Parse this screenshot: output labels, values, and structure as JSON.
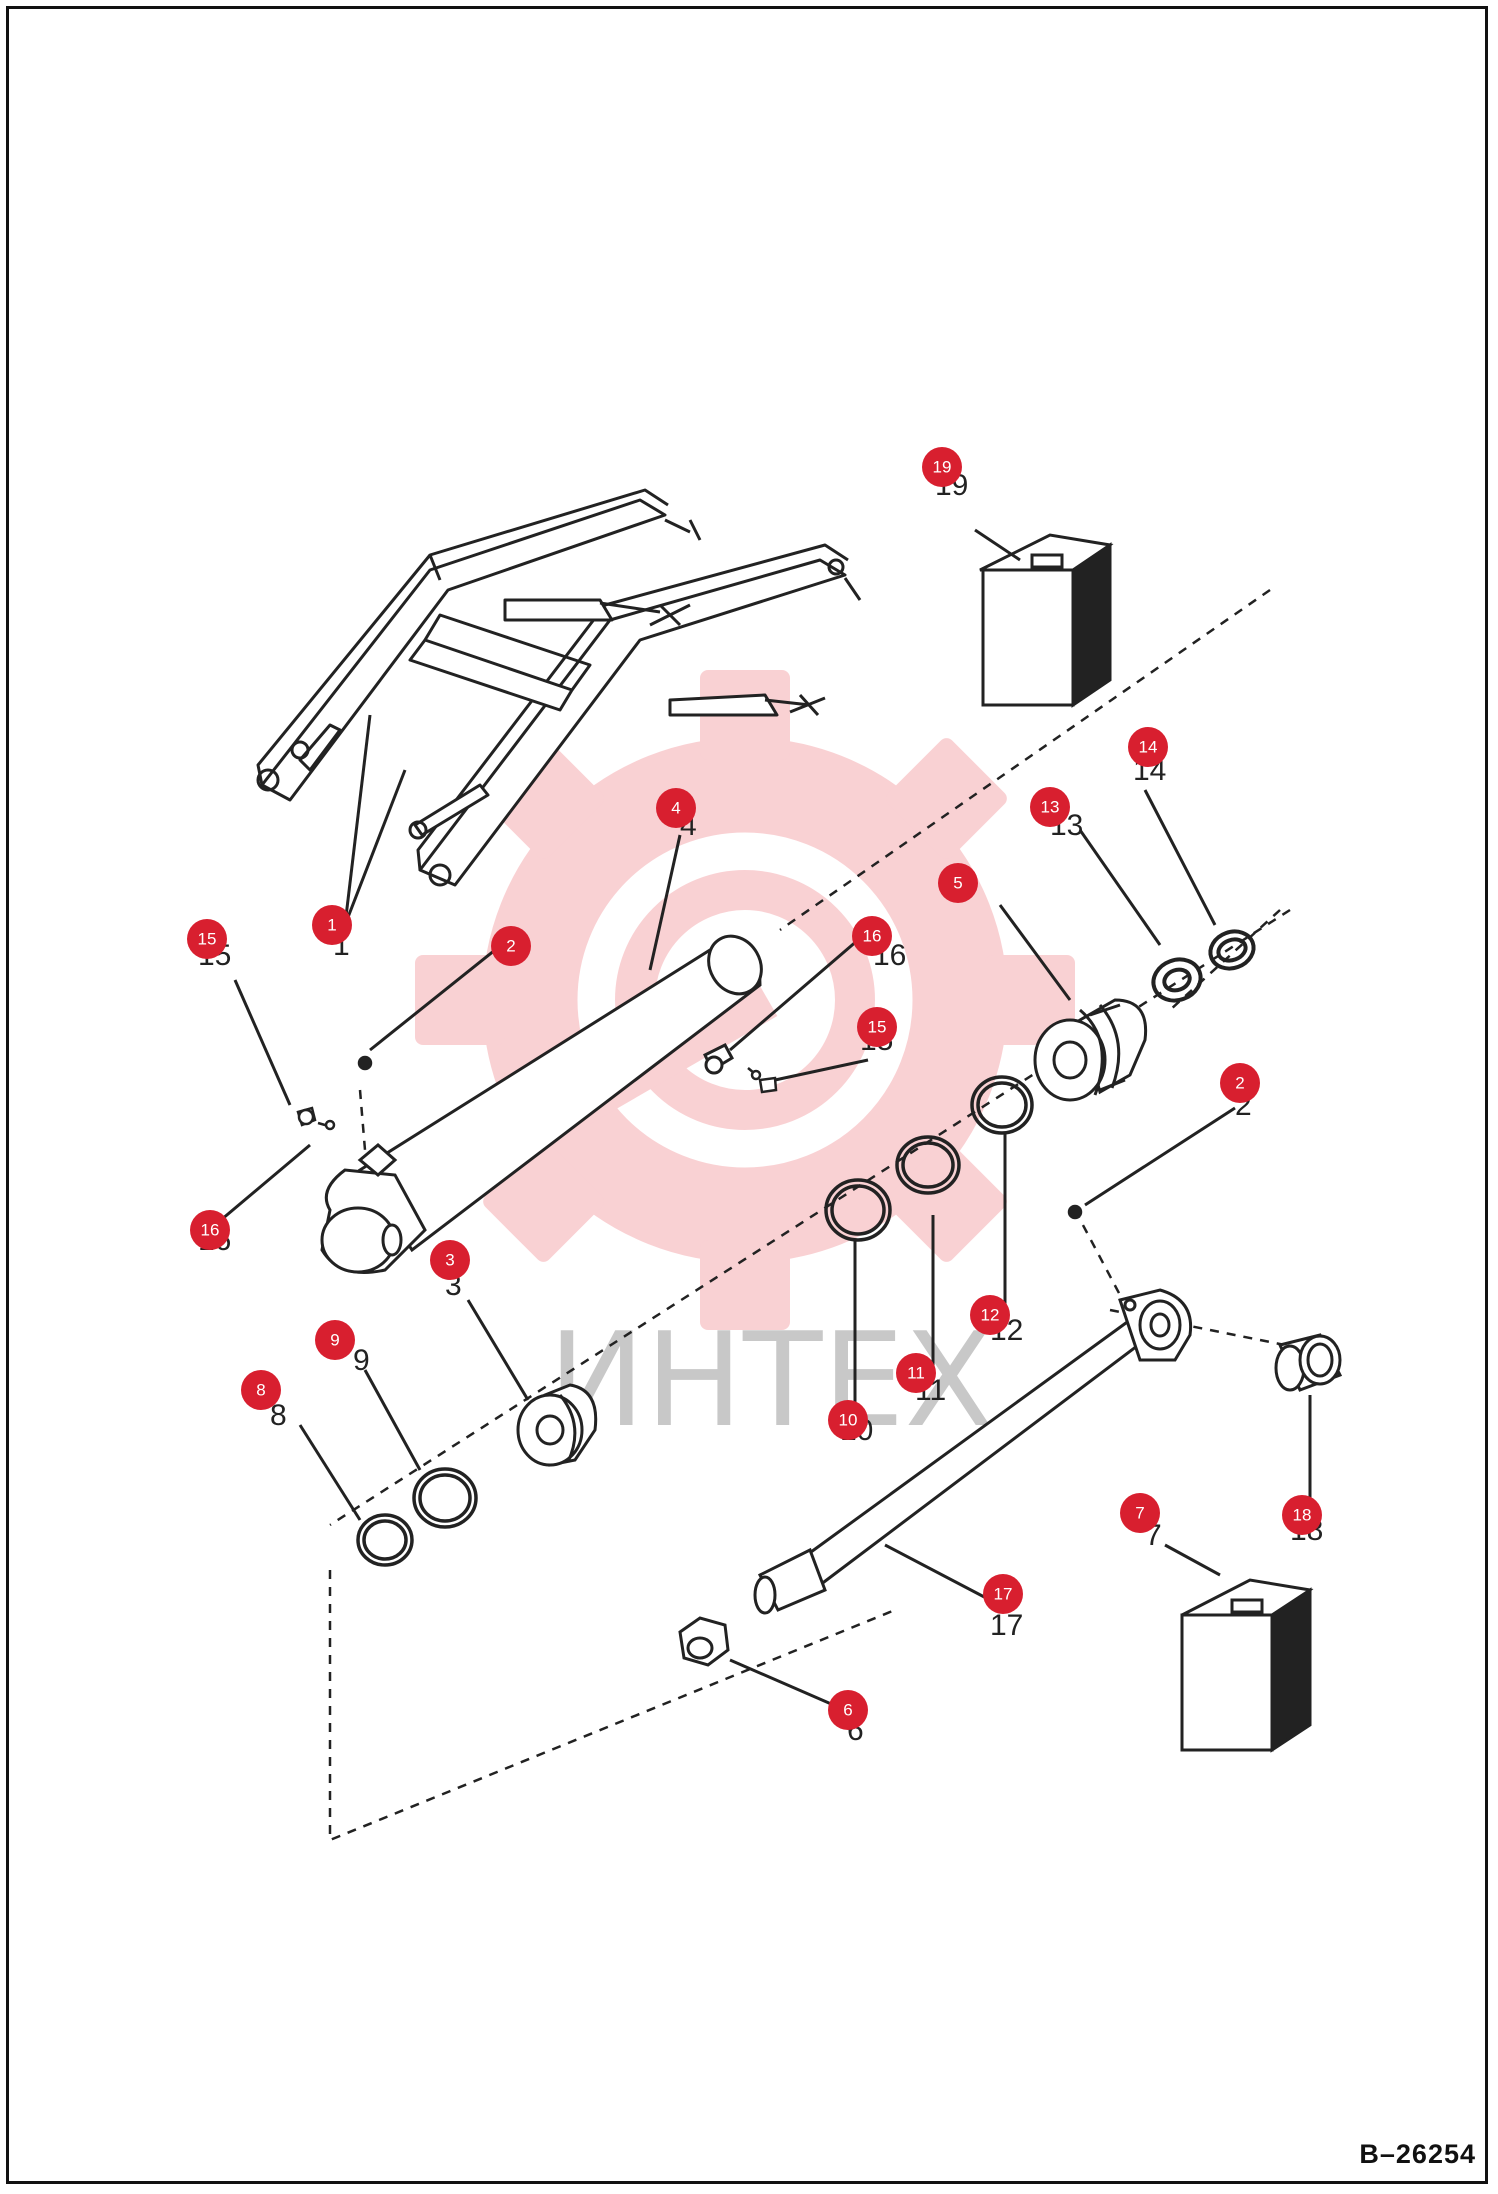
{
  "figure_number": "B–26254",
  "watermark": {
    "text": "ИНТЕХ",
    "color": "#e8313d"
  },
  "callout_color": "#d81f2f",
  "parts": [
    {
      "id": "1"
    },
    {
      "id": "2"
    },
    {
      "id": "3"
    },
    {
      "id": "4"
    },
    {
      "id": "5"
    },
    {
      "id": "6"
    },
    {
      "id": "7"
    },
    {
      "id": "8"
    },
    {
      "id": "9"
    },
    {
      "id": "10"
    },
    {
      "id": "11"
    },
    {
      "id": "12"
    },
    {
      "id": "13"
    },
    {
      "id": "14"
    },
    {
      "id": "15"
    },
    {
      "id": "16"
    },
    {
      "id": "17"
    },
    {
      "id": "18"
    },
    {
      "id": "19"
    }
  ]
}
